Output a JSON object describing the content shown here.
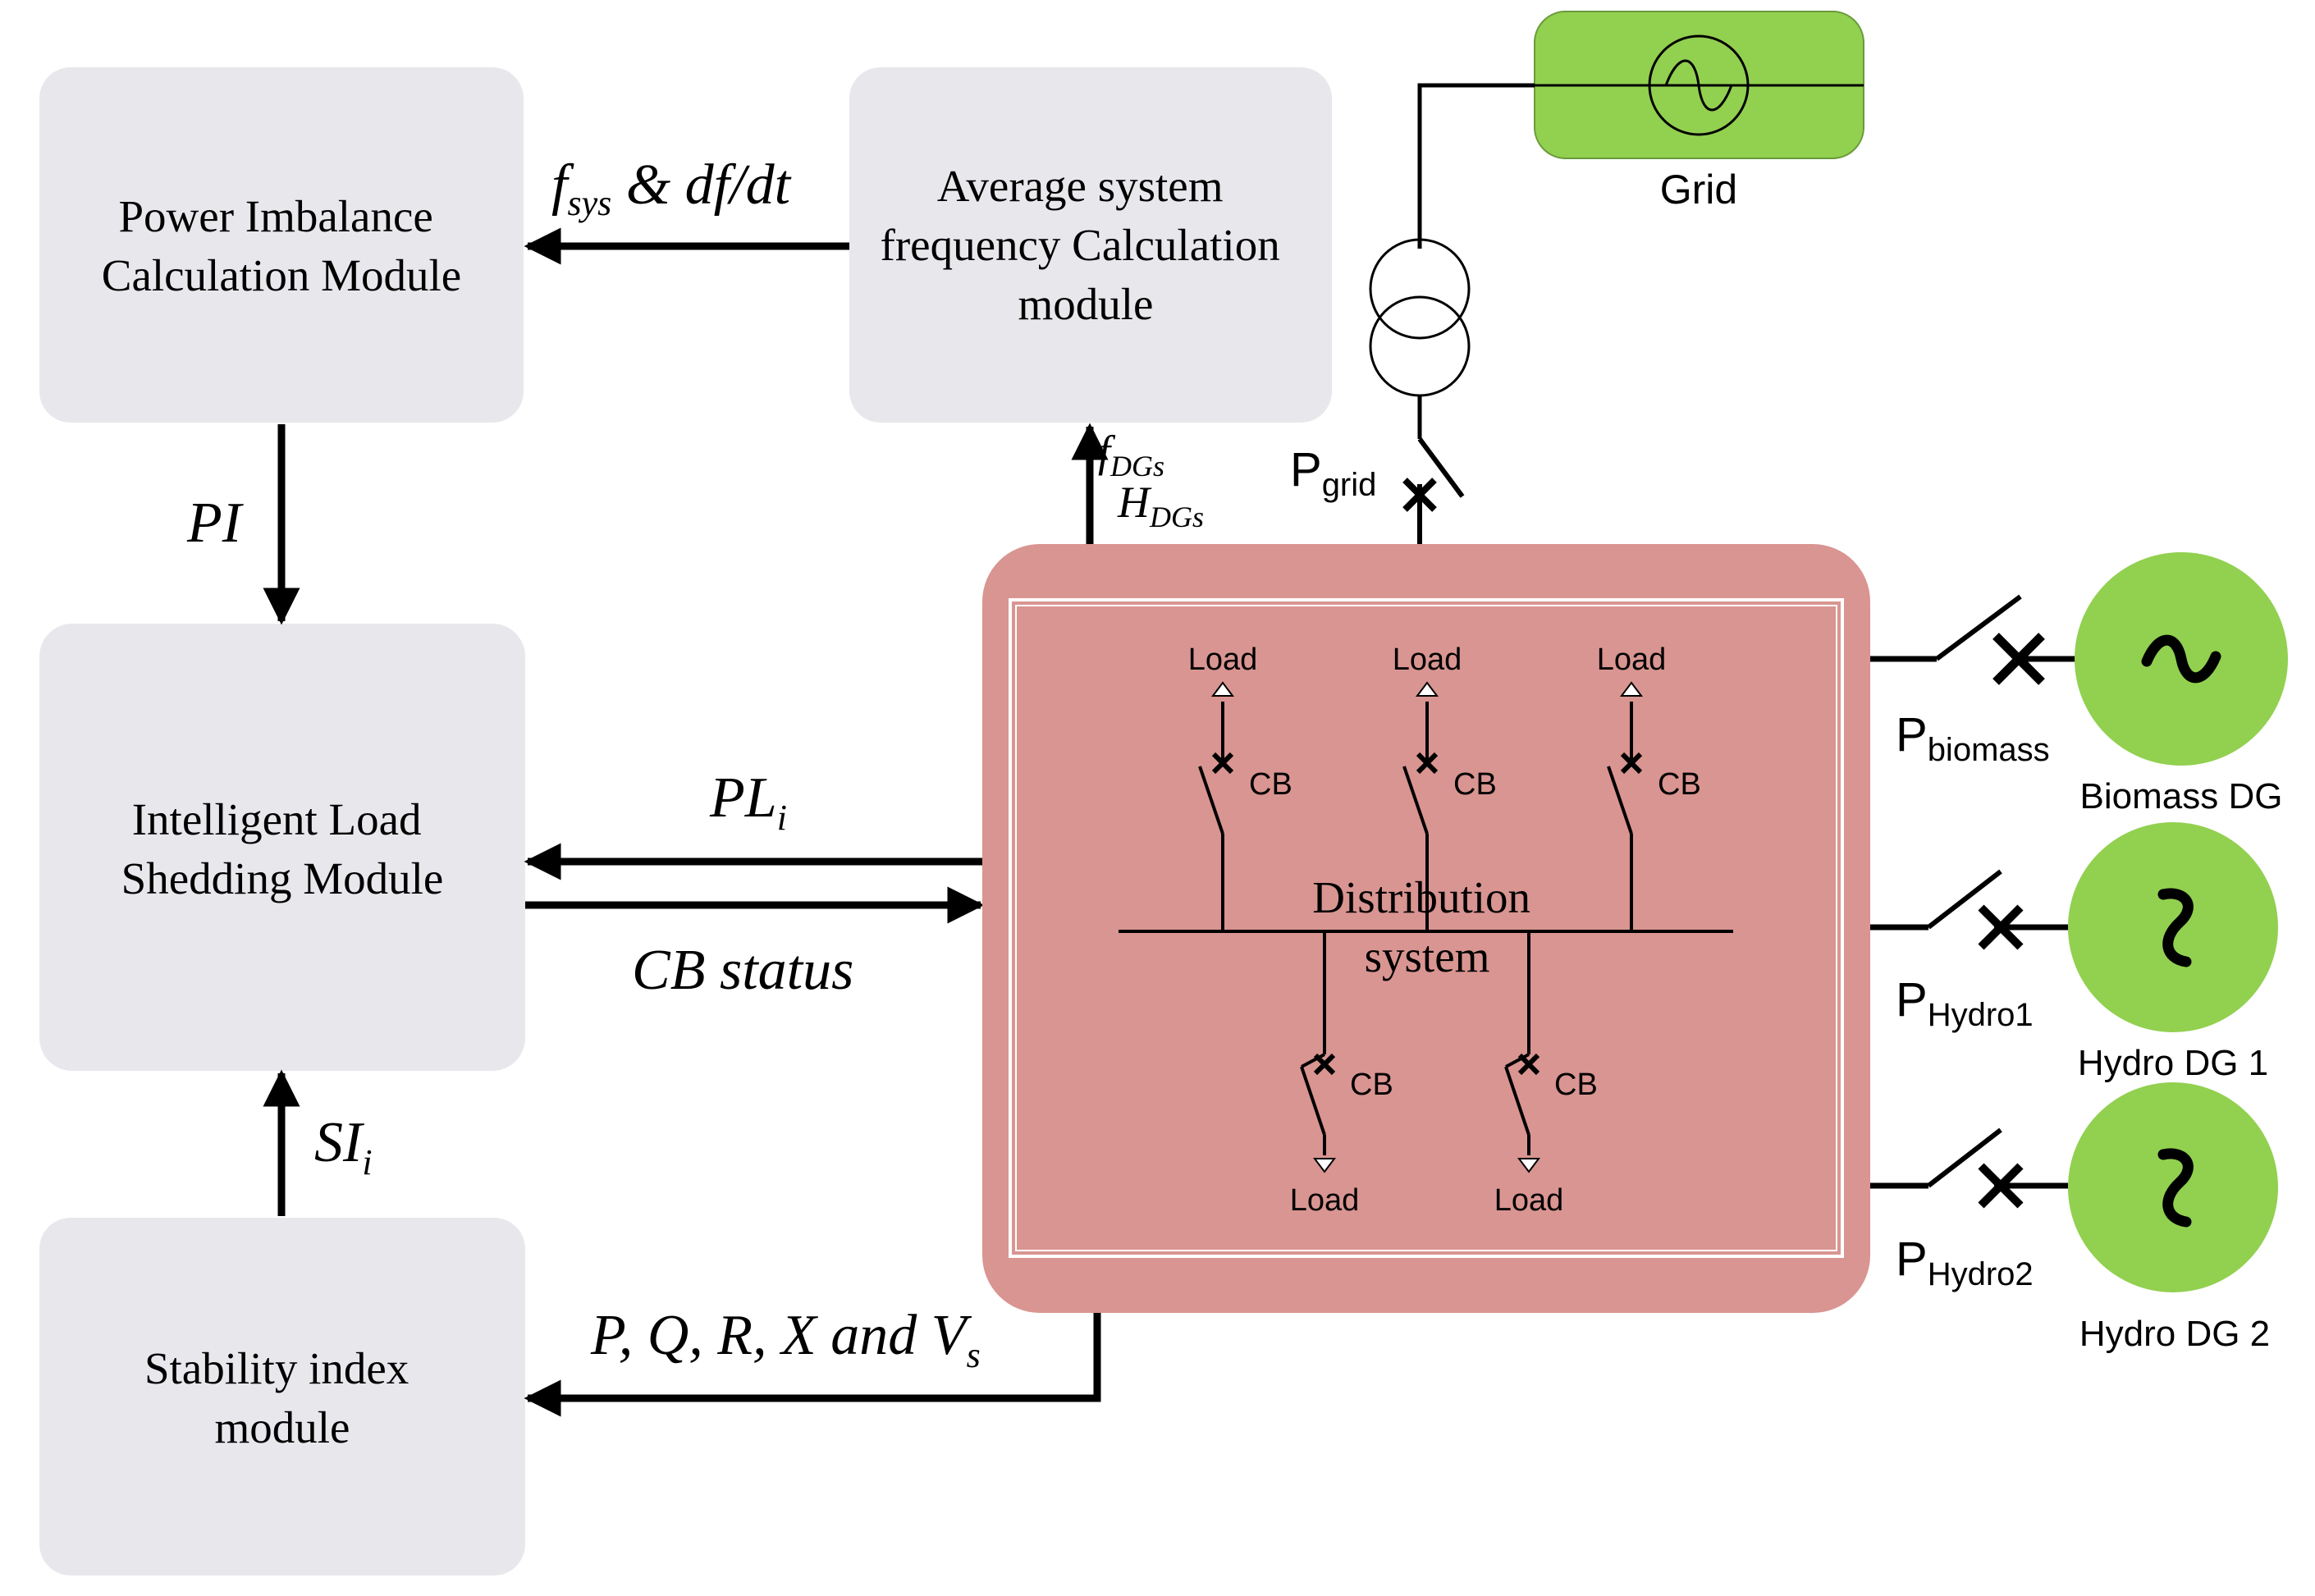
{
  "modules": {
    "power_imbalance": [
      "Power Imbalance",
      "Calculation Module"
    ],
    "avg_freq": [
      "Average system",
      "frequency Calculation",
      "module"
    ],
    "ils": [
      "Intelligent Load",
      "Shedding Module"
    ],
    "stability": [
      "Stability index",
      "module"
    ]
  },
  "signals": {
    "fsys": {
      "main": "f",
      "sub": "sys",
      "rest": " & df/dt"
    },
    "pi": "PI",
    "pli": {
      "main": "PL",
      "sub": "i"
    },
    "cb_status": "CB status",
    "si": {
      "main": "SI",
      "sub": "i"
    },
    "pqrxv": {
      "main": "P, Q, R, X and V",
      "sub": "s"
    },
    "fdgs": {
      "main": "f",
      "sub": "DGs"
    },
    "hdgs": {
      "main": "H",
      "sub": "DGs"
    }
  },
  "grid": {
    "label": "Grid",
    "p_main": "P",
    "p_sub": "grid"
  },
  "distribution": {
    "title": [
      "Distribution",
      "system"
    ],
    "load_label": "Load",
    "cb_label": "CB"
  },
  "generators": [
    {
      "label": "Biomass DG",
      "p_main": "P",
      "p_sub": "biomass",
      "symbol": "~"
    },
    {
      "label": "Hydro DG 1",
      "p_main": "P",
      "p_sub": "Hydro1",
      "symbol": "S"
    },
    {
      "label": "Hydro DG 2",
      "p_main": "P",
      "p_sub": "Hydro2",
      "symbol": "S"
    }
  ],
  "colors": {
    "module_fill": "#E8E8EC",
    "distribution_fill": "#D99591",
    "generator_fill": "#92D050",
    "line": "#000000"
  }
}
